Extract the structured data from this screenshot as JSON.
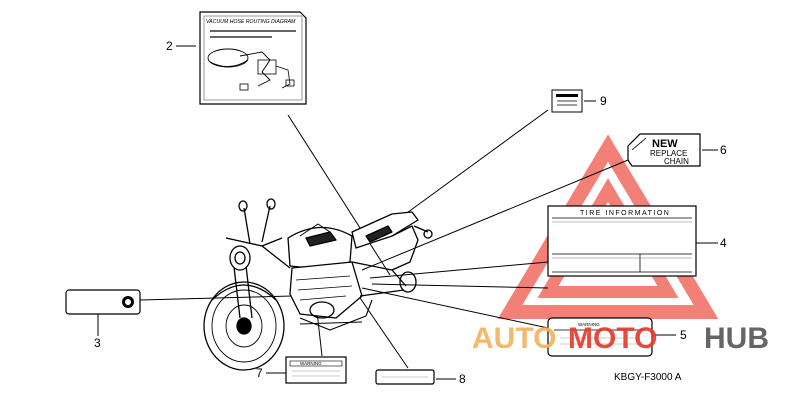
{
  "callouts": {
    "c2": "2",
    "c3": "3",
    "c4": "4",
    "c5": "5",
    "c6": "6",
    "c7": "7",
    "c8": "8",
    "c9": "9"
  },
  "labels": {
    "routing_title": "VACUUM HOSE ROUTING DIAGRAM",
    "tire_info": "TIRE INFORMATION",
    "new": "NEW",
    "replace": "REPLACE",
    "chain": "CHAIN",
    "warning": "WARNING"
  },
  "part_code": "KBGY-F3000 A",
  "watermark": {
    "auto": "AUTO",
    "moto": "MOTO",
    "hub": "HUB",
    "color_red": "#e23a2a",
    "color_orange": "#f2a33a",
    "color_dark": "#555555"
  }
}
